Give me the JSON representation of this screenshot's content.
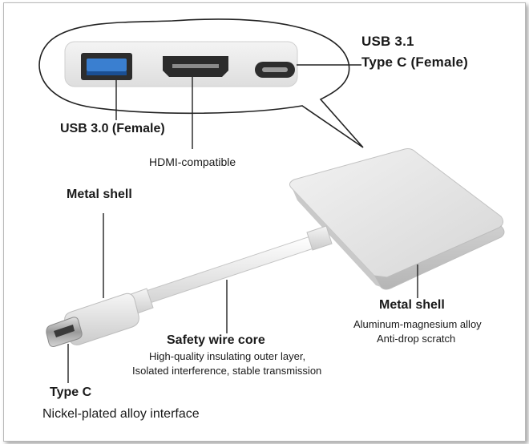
{
  "callouts": {
    "usb31": {
      "line1": "USB 3.1",
      "line2": "Type C (Female)"
    },
    "usb30": {
      "label": "USB 3.0 (Female)"
    },
    "hdmi": {
      "label": "HDMI-compatible"
    },
    "metal_shell_top": {
      "label": "Metal shell"
    },
    "metal_shell_right": {
      "title": "Metal shell",
      "line1": "Aluminum-magnesium alloy",
      "line2": "Anti-drop scratch"
    },
    "safety_wire": {
      "title": "Safety wire core",
      "line1": "High-quality insulating outer layer,",
      "line2": "Isolated interference, stable transmission"
    },
    "type_c": {
      "title": "Type C",
      "subtitle": "Nickel-plated alloy interface"
    }
  },
  "colors": {
    "usb3_blue": "#3a7fd0",
    "leader_line": "#222222",
    "adapter_body": "#dcdcdc",
    "text": "#1a1a1a"
  }
}
